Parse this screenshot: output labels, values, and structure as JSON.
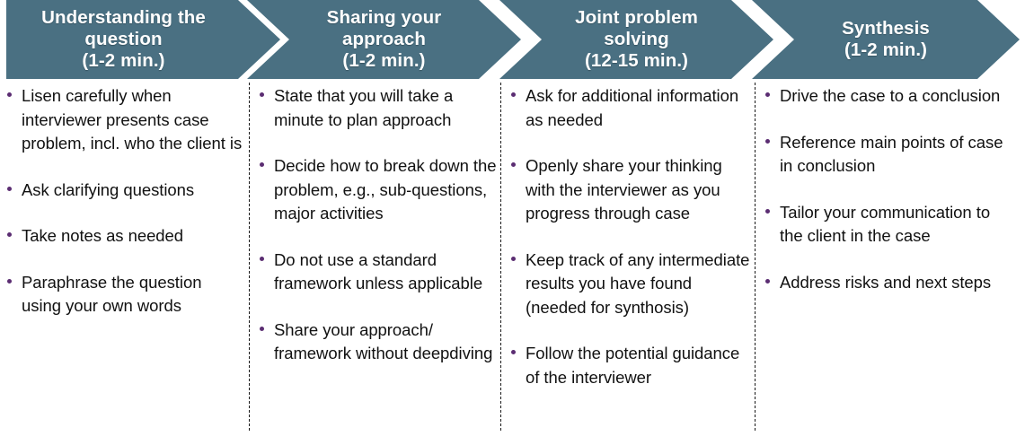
{
  "theme": {
    "chevron_fill": "#4A7082",
    "chevron_text": "#FFFFFF",
    "bullet_color": "#5B2D72",
    "body_text": "#111111",
    "background": "#FFFFFF",
    "divider_style": "dashed"
  },
  "phases": [
    {
      "id": "understanding-the-question",
      "title": "Understanding the\nquestion\n(1-2 min.)",
      "title_text": "Understanding the question",
      "duration": "(1-2 min.)",
      "bullets": [
        "Lisen carefully when interviewer presents case problem, incl. who the client is",
        "Ask clarifying questions",
        "Take notes as needed",
        "Paraphrase the question using your own words"
      ]
    },
    {
      "id": "sharing-your-approach",
      "title": "Sharing your\napproach\n(1-2 min.)",
      "title_text": "Sharing your approach",
      "duration": "(1-2 min.)",
      "bullets": [
        "State that you will take a minute to plan approach",
        "Decide how to break down the problem, e.g., sub-questions, major activities",
        "Do not use a standard framework unless applicable",
        "Share your approach/ framework without deepdiving"
      ]
    },
    {
      "id": "joint-problem-solving",
      "title": "Joint problem\nsolving\n(12-15 min.)",
      "title_text": "Joint problem solving",
      "duration": "(12-15 min.)",
      "bullets": [
        "Ask for additional information as needed",
        "Openly share your thinking with the interviewer as you progress through case",
        "Keep track of any intermediate results you have found (needed for synthosis)",
        "Follow the potential guidance of the interviewer"
      ]
    },
    {
      "id": "synthesis",
      "title": "Synthesis\n(1-2 min.)",
      "title_text": "Synthesis",
      "duration": "(1-2 min.)",
      "bullets": [
        "Drive the case to a conclusion",
        "Reference main points of case in conclusion",
        "Tailor your communication to the client in the case",
        "Address risks and next steps"
      ]
    }
  ]
}
